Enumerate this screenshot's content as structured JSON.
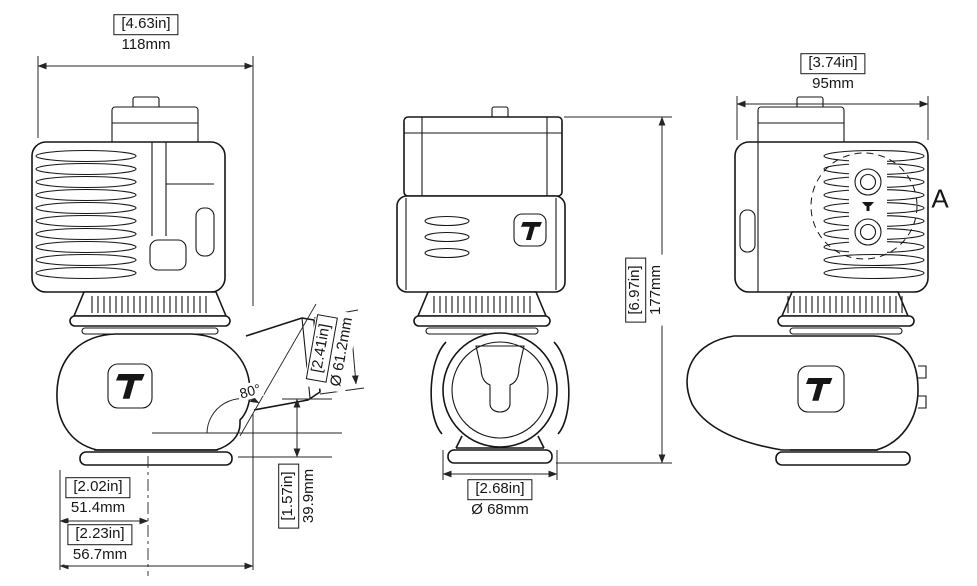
{
  "colors": {
    "background": "#ffffff",
    "line": "#161616",
    "dimension": "#242424"
  },
  "dimensions": {
    "overall_width": {
      "inches": "[4.63in]",
      "metric": "118mm"
    },
    "actuator_width": {
      "inches": "[3.74in]",
      "metric": "95mm"
    },
    "overall_height": {
      "inches": "[6.97in]",
      "metric": "177mm"
    },
    "outlet_flange_diameter": {
      "inches": "[2.41in]",
      "metric": "Ø 61.2mm"
    },
    "outlet_angle": "80°",
    "centre_to_body": {
      "inches": "[2.02in]",
      "metric": "51.4mm"
    },
    "outlet_offset": {
      "inches": "[1.57in]",
      "metric": "39.9mm"
    },
    "centre_to_outlet_face": {
      "inches": "[2.23in]",
      "metric": "56.7mm"
    },
    "inlet_flange_diameter": {
      "inches": "[2.68in]",
      "metric": "Ø 68mm"
    }
  },
  "labels": {
    "detail_marker": "A"
  }
}
